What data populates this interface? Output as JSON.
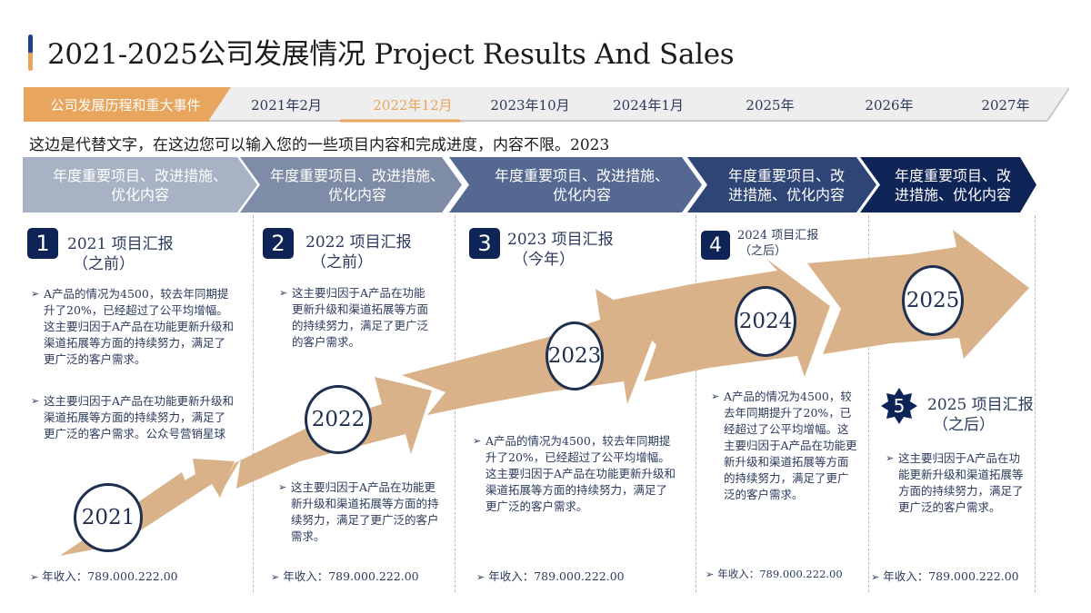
{
  "header": {
    "title": "2021-2025公司发展情况 Project Results And Sales",
    "accent_colors": {
      "blue": "#1f3f8a",
      "orange": "#e8a55e"
    }
  },
  "tabs": [
    {
      "label": "公司发展历程和重大事件",
      "state": "highlight"
    },
    {
      "label": "2021年2月",
      "state": "normal"
    },
    {
      "label": "2022年12月",
      "state": "active"
    },
    {
      "label": "2023年10月",
      "state": "normal"
    },
    {
      "label": "2024年1月",
      "state": "normal"
    },
    {
      "label": "2025年",
      "state": "normal"
    },
    {
      "label": "2026年",
      "state": "normal"
    },
    {
      "label": "2027年",
      "state": "normal"
    }
  ],
  "subtitle": "这边是代替文字，在这边您可以输入您的一些项目内容和完成进度，内容不限。2023",
  "chevrons": [
    {
      "line1": "年度重要项目、改进措施、",
      "line2": "优化内容",
      "color": "#a7b2c4"
    },
    {
      "line1": "年度重要项目、改进措施、",
      "line2": "优化内容",
      "color": "#7f8ca7"
    },
    {
      "line1": "年度重要项目、改进措施、",
      "line2": "优化内容",
      "color": "#556891"
    },
    {
      "line1": "年度重要项目、改",
      "line2": "进措施、优化内容",
      "color": "#2f4576"
    },
    {
      "line1": "年度重要项目、改",
      "line2": "进措施、优化内容",
      "color": "#0e2456"
    }
  ],
  "milestones": [
    {
      "year": "2021"
    },
    {
      "year": "2022"
    },
    {
      "year": "2023"
    },
    {
      "year": "2024"
    },
    {
      "year": "2025"
    }
  ],
  "reports": [
    {
      "number": "1",
      "title": "2021 项目汇报",
      "subtitle": "（之前）",
      "bullets": [
        "A产品的情况为4500，较去年同期提升了20%，已经超过了公平均增幅。这主要归因于A产品在功能更新升级和渠道拓展等方面的持续努力，满足了更广泛的客户需求。",
        "这主要归因于A产品在功能更新升级和渠道拓展等方面的持续努力，满足了更广泛的客户需求。公众号营销星球"
      ],
      "income": "年收入：789.000.222.00"
    },
    {
      "number": "2",
      "title": "2022 项目汇报",
      "subtitle": "（之前）",
      "bullets": [
        "这主要归因于A产品在功能更新升级和渠道拓展等方面的持续努力，满足了更广泛的客户需求。",
        "这主要归因于A产品在功能更新升级和渠道拓展等方面的持续努力，满足了更广泛的客户需求。"
      ],
      "income": "年收入：789.000.222.00"
    },
    {
      "number": "3",
      "title": "2023 项目汇报",
      "subtitle": "（今年）",
      "bullets": [
        "A产品的情况为4500，较去年同期提升了20%，已经超过了公平均增幅。这主要归因于A产品在功能更新升级和渠道拓展等方面的持续努力，满足了更广泛的客户需求。"
      ],
      "income": "年收入：789.000.222.00"
    },
    {
      "number": "4",
      "title": "2024 项目汇报",
      "subtitle": "（之后）",
      "bullets": [
        "A产品的情况为4500，较去年同期提升了20%，已经超过了公平均增幅。这主要归因于A产品在功能更新升级和渠道拓展等方面的持续努力，满足了更广泛的客户需求。"
      ],
      "income": "年收入：789.000.222.00"
    },
    {
      "number": "5",
      "title": "2025 项目汇报",
      "subtitle": "（之后）",
      "bullets": [
        "这主要归因于A产品在功能更新升级和渠道拓展等方面的持续努力，满足了更广泛的客户需求。"
      ],
      "income": "年收入：789.000.222.00"
    }
  ],
  "icons": {
    "bullet": "➢"
  },
  "colors": {
    "arrow": "#d9b289",
    "navy": "#0e2456",
    "text": "#2b3a5c",
    "tab_bg": "#eeeeee"
  }
}
